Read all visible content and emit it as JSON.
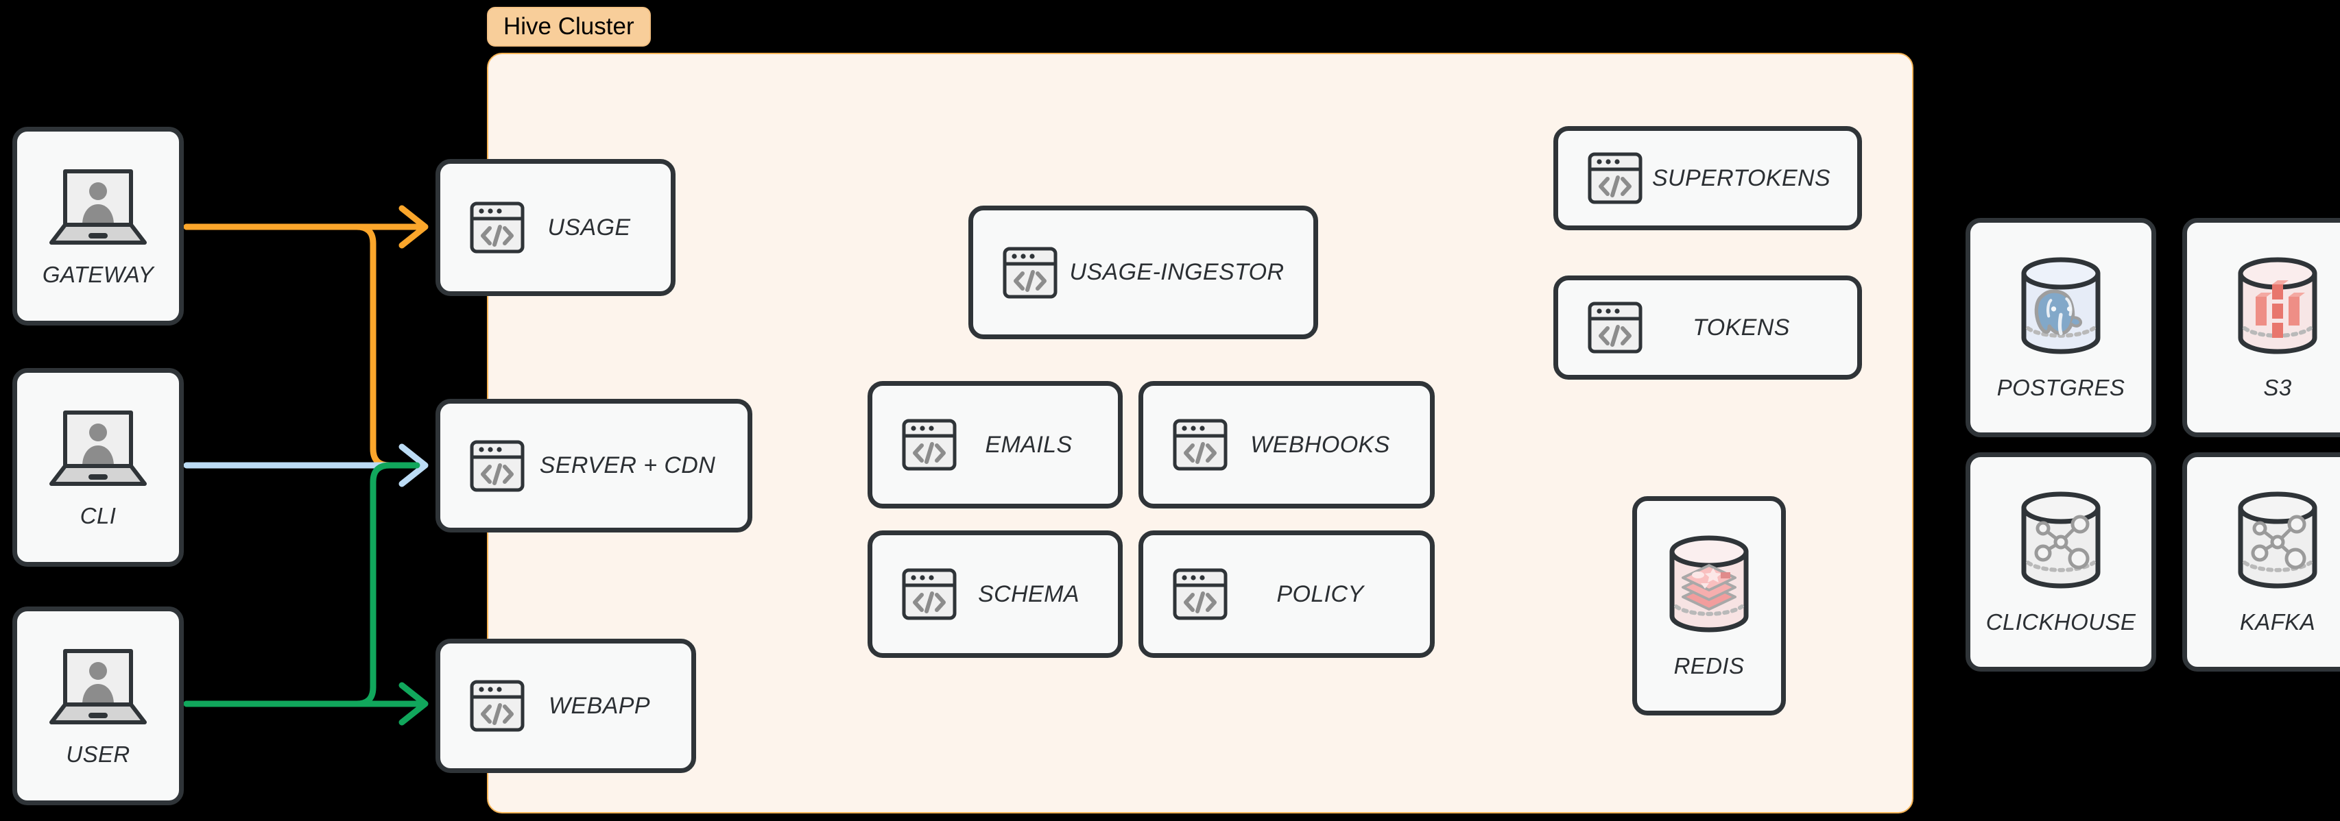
{
  "cluster": {
    "badge_label": "Hive Cluster",
    "badge_bg": "#F8CE9A",
    "panel_bg": "#FDF4EC",
    "panel_border": "#F6B456"
  },
  "theme": {
    "canvas_bg": "#000000",
    "node_bg": "#F8F9F9",
    "node_border": "#2F3438",
    "icon_gray": "#8C8C8C",
    "arrow_orange": "#FBA62B",
    "arrow_blue": "#BCDCF5",
    "arrow_green": "#11A75C"
  },
  "actors": [
    {
      "id": "gateway",
      "label": "GATEWAY",
      "icon": "laptop-user-icon"
    },
    {
      "id": "cli",
      "label": "CLI",
      "icon": "laptop-user-icon"
    },
    {
      "id": "user",
      "label": "USER",
      "icon": "laptop-user-icon"
    }
  ],
  "edge_services": [
    {
      "id": "usage",
      "label": "USAGE",
      "icon": "code-window-icon"
    },
    {
      "id": "server-cdn",
      "label": "SERVER + CDN",
      "icon": "code-window-icon"
    },
    {
      "id": "webapp",
      "label": "WEBAPP",
      "icon": "code-window-icon"
    }
  ],
  "cluster_services": [
    {
      "id": "usage-ingestor",
      "label": "USAGE-INGESTOR",
      "icon": "code-window-icon"
    },
    {
      "id": "emails",
      "label": "EMAILS",
      "icon": "code-window-icon"
    },
    {
      "id": "webhooks",
      "label": "WEBHOOKS",
      "icon": "code-window-icon"
    },
    {
      "id": "schema",
      "label": "SCHEMA",
      "icon": "code-window-icon"
    },
    {
      "id": "policy",
      "label": "POLICY",
      "icon": "code-window-icon"
    },
    {
      "id": "supertokens",
      "label": "SUPERTOKENS",
      "icon": "code-window-icon"
    },
    {
      "id": "tokens",
      "label": "TOKENS",
      "icon": "code-window-icon"
    }
  ],
  "datastores": [
    {
      "id": "redis",
      "label": "REDIS",
      "icon": "redis-cylinder-icon",
      "inside_cluster": true
    },
    {
      "id": "postgres",
      "label": "POSTGRES",
      "icon": "postgres-cylinder-icon",
      "inside_cluster": false
    },
    {
      "id": "s3",
      "label": "S3",
      "icon": "s3-cylinder-icon",
      "inside_cluster": false
    },
    {
      "id": "clickhouse",
      "label": "CLICKHOUSE",
      "icon": "generic-cylinder-icon",
      "inside_cluster": false
    },
    {
      "id": "kafka",
      "label": "KAFKA",
      "icon": "generic-cylinder-icon",
      "inside_cluster": false
    }
  ],
  "connections": [
    {
      "id": "gateway-to-usage",
      "from": "GATEWAY",
      "to": "USAGE",
      "color": "#FBA62B"
    },
    {
      "id": "gateway-to-server-cdn",
      "from": "GATEWAY",
      "to": "SERVER + CDN",
      "color": "#FBA62B"
    },
    {
      "id": "cli-to-server-cdn",
      "from": "CLI",
      "to": "SERVER + CDN",
      "color": "#BCDCF5"
    },
    {
      "id": "user-to-server-cdn",
      "from": "USER",
      "to": "SERVER + CDN",
      "color": "#11A75C"
    },
    {
      "id": "user-to-webapp",
      "from": "USER",
      "to": "WEBAPP",
      "color": "#11A75C"
    }
  ]
}
